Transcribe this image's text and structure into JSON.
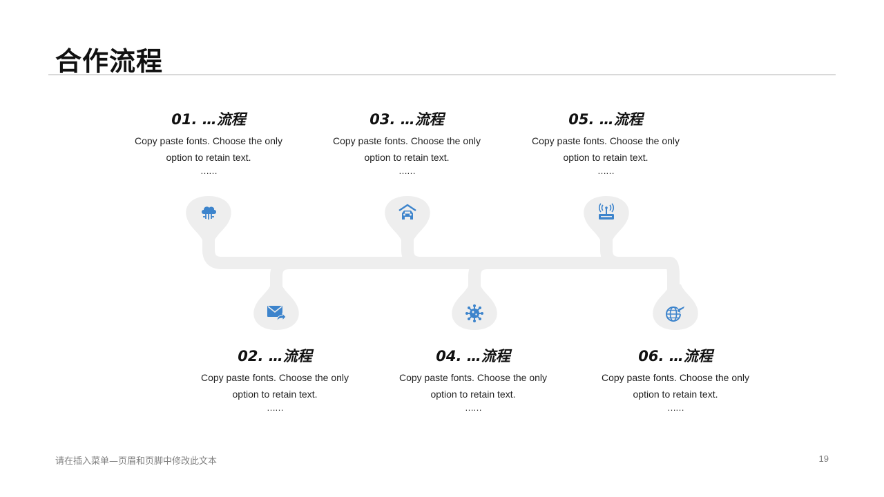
{
  "page": {
    "title": "合作流程",
    "footer": "请在插入菜单—页眉和页脚中修改此文本",
    "page_number": "19"
  },
  "colors": {
    "accent": "#3d84cc",
    "track": "#eeeeee",
    "rule": "#a6a6a6"
  },
  "steps": [
    {
      "title": "01. …流程",
      "desc1": "Copy paste fonts. Choose the only",
      "desc2": "option to retain text.",
      "more": "……",
      "icon": "cloud-network-icon"
    },
    {
      "title": "02. …流程",
      "desc1": "Copy paste fonts. Choose the only",
      "desc2": "option to retain text.",
      "more": "……",
      "icon": "mail-forward-icon"
    },
    {
      "title": "03. …流程",
      "desc1": "Copy paste fonts. Choose the only",
      "desc2": "option to retain text.",
      "more": "……",
      "icon": "car-garage-icon"
    },
    {
      "title": "04. …流程",
      "desc1": "Copy paste fonts. Choose the only",
      "desc2": "option to retain text.",
      "more": "……",
      "icon": "virus-icon"
    },
    {
      "title": "05. …流程",
      "desc1": "Copy paste fonts. Choose the only",
      "desc2": "option to retain text.",
      "more": "……",
      "icon": "wifi-router-icon"
    },
    {
      "title": "06. …流程",
      "desc1": "Copy paste fonts. Choose the only",
      "desc2": "option to retain text.",
      "more": "……",
      "icon": "globe-plane-icon"
    }
  ]
}
